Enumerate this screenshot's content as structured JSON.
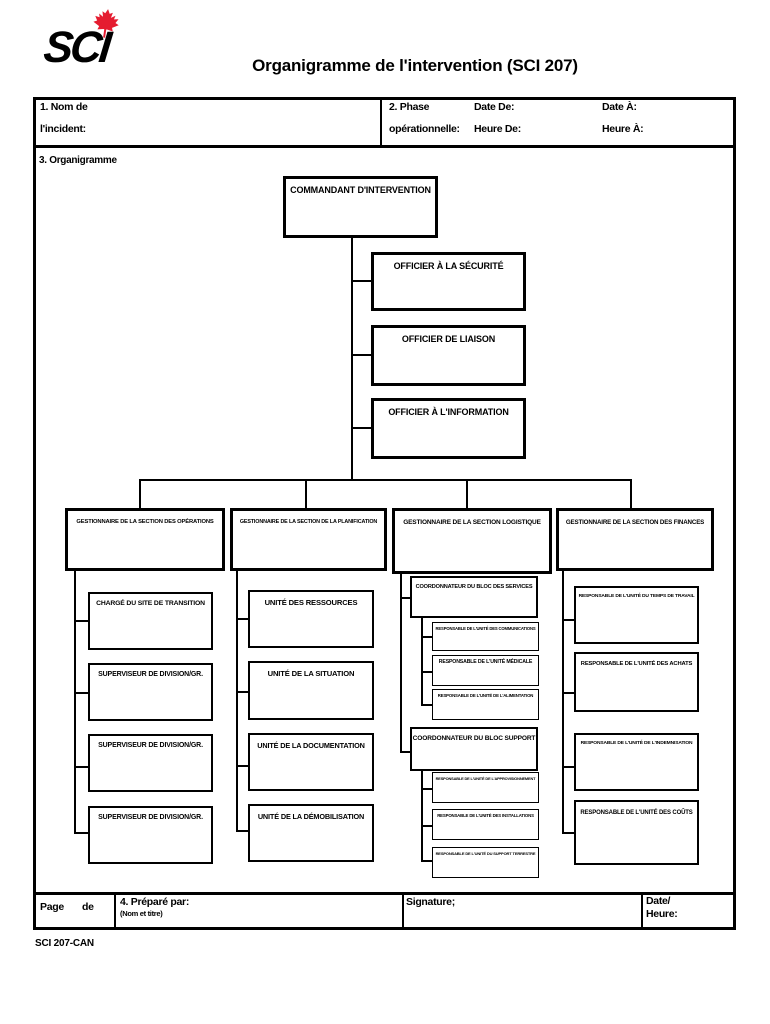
{
  "colors": {
    "maple_red": "#e51c30",
    "ink": "#000000"
  },
  "header": {
    "logo_text": "SCI",
    "title": "Organigramme de l'intervention (SCI 207)"
  },
  "form": {
    "field1": {
      "line1": "1. Nom de",
      "line2": "l'incident:"
    },
    "field2": {
      "line1": "2. Phase",
      "line2": "opérationnelle:",
      "date_de": "Date De:",
      "heure_de": "Heure De:",
      "date_a": "Date À:",
      "heure_a": "Heure À:"
    },
    "field3": {
      "label": "3. Organigramme"
    },
    "field4": {
      "page": "Page",
      "de": "de",
      "prepared": "4. Préparé par:",
      "prepared_sub": "(Nom et titre)",
      "signature": "Signature;",
      "date": "Date/",
      "heure": "Heure:"
    },
    "form_code": "SCI 207-CAN"
  },
  "chart": {
    "commander": "COMMANDANT D'INTERVENTION",
    "officers": [
      "OFFICIER À LA SÉCURITÉ",
      "OFFICIER DE LIAISON",
      "OFFICIER À L'INFORMATION"
    ],
    "sections": [
      {
        "label": "GESTIONNAIRE DE LA SECTION DES OPÉRATIONS",
        "children": [
          "CHARGÉ DU SITE DE TRANSITION",
          "SUPERVISEUR DE DIVISION/GR.",
          "SUPERVISEUR DE DIVISION/GR.",
          "SUPERVISEUR DE DIVISION/GR."
        ]
      },
      {
        "label": "GESTIONNAIRE DE LA SECTION DE LA PLANIFICATION",
        "children": [
          "UNITÉ DES RESSOURCES",
          "UNITÉ DE LA SITUATION",
          "UNITÉ DE LA DOCUMENTATION",
          "UNITÉ DE LA DÉMOBILISATION"
        ]
      },
      {
        "label": "GESTIONNAIRE DE LA SECTION LOGISTIQUE",
        "groups": [
          {
            "label": "COORDONNATEUR DU BLOC DES SERVICES",
            "children": [
              "RESPONSABLE DE L'UNITÉ DES COMMUNICATIONS",
              "RESPONSABLE DE L'UNITÉ MÉDICALE",
              "RESPONSABLE DE L'UNITÉ DE L'ALIMENTATION"
            ]
          },
          {
            "label": "COORDONNATEUR DU BLOC SUPPORT",
            "children": [
              "RESPONSABLE DE L'UNITÉ DE L'APPROVISIONNEMENT",
              "RESPONSABLE DE L'UNITÉ DES INSTALLATIONS",
              "RESPONSABLE DE L'UNITÉ DU SUPPORT TERRESTRE"
            ]
          }
        ]
      },
      {
        "label": "GESTIONNAIRE DE LA SECTION DES FINANCES",
        "children": [
          "RESPONSABLE DE L'UNITÉ DU TEMPS DE TRAVAIL",
          "RESPONSABLE DE L'UNITÉ DES ACHATS",
          "RESPONSABLE DE L'UNITÉ DE L'INDEMNISATION",
          "RESPONSABLE DE L'UNITÉ DES COÛTS"
        ]
      }
    ]
  }
}
